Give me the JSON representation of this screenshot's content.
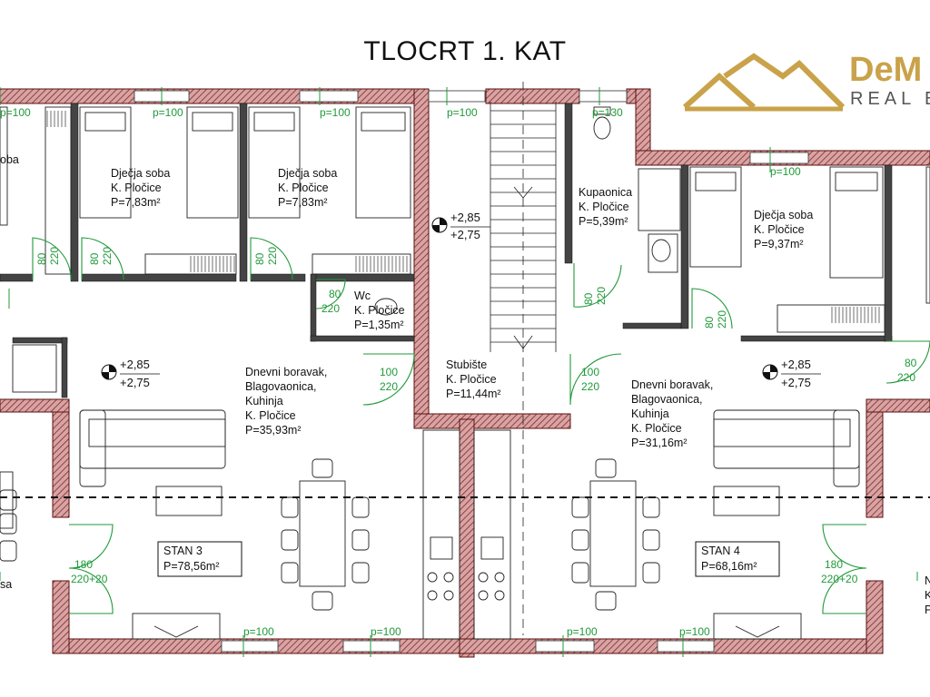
{
  "title": "TLOCRT 1. KAT",
  "brand": {
    "name": "DeM",
    "subtitle": "REAL E"
  },
  "colors": {
    "wall_fill": "#c98f8f",
    "wall_hatch": "#7a2a2a",
    "wall_stroke": "#5a1010",
    "door_green": "#1f9a3a",
    "line": "#111111"
  },
  "rooms": [
    {
      "id": "r1",
      "name": "Dječja soba",
      "floor": "K. Pločice",
      "area": "P=7,83m²"
    },
    {
      "id": "r2",
      "name": "Dječja soba",
      "floor": "K. Pločice",
      "area": "P=7,83m²"
    },
    {
      "id": "r3",
      "name": "Kupaonica",
      "floor": "K. Pločice",
      "area": "P=5,39m²"
    },
    {
      "id": "r4",
      "name": "Dječja soba",
      "floor": "K. Pločice",
      "area": "P=9,37m²"
    },
    {
      "id": "r5",
      "name": "Wc",
      "floor": "K. Pločice",
      "area": "P=1,35m²"
    },
    {
      "id": "r6",
      "name": "Stubište",
      "floor": "K. Pločice",
      "area": "P=11,44m²"
    },
    {
      "id": "r7",
      "name1": "Dnevni boravak,",
      "name2": "Blagovaonica,",
      "name3": "Kuhinja",
      "floor": "K. Pločice",
      "area": "P=35,93m²"
    },
    {
      "id": "r8",
      "name1": "Dnevni boravak,",
      "name2": "Blagovaonica,",
      "name3": "Kuhinja",
      "floor": "K. Pločice",
      "area": "P=31,16m²"
    }
  ],
  "apartments": [
    {
      "label": "STAN 3",
      "area": "P=78,56m²"
    },
    {
      "label": "STAN 4",
      "area": "P=68,16m²"
    }
  ],
  "partial_labels": {
    "left_top": "oba",
    "left_bottom": "sa",
    "right_bottom1": "N",
    "right_bottom2": "K",
    "right_bottom3": "P"
  },
  "windows": [
    "p=100",
    "p=100",
    "p=100",
    "p=130",
    "p=100",
    "p=100",
    "p=100",
    "p=100",
    "p=100",
    "p=100"
  ],
  "doors": [
    {
      "w": "80",
      "h": "220"
    },
    {
      "w": "80",
      "h": "220"
    },
    {
      "w": "80",
      "h": "220"
    },
    {
      "w": "80",
      "h": "220"
    },
    {
      "w": "80",
      "h": "220"
    },
    {
      "w": "80",
      "h": "220"
    },
    {
      "w": "80",
      "h": "220"
    },
    {
      "w": "100",
      "h": "220"
    },
    {
      "w": "100",
      "h": "220"
    },
    {
      "w": "180",
      "h": "220+20"
    },
    {
      "w": "180",
      "h": "220+20"
    }
  ],
  "levels": [
    {
      "top": "+2,85",
      "bottom": "+2,75"
    },
    {
      "top": "+2,85",
      "bottom": "+2,75"
    },
    {
      "top": "+2,85",
      "bottom": "+2,75"
    }
  ]
}
